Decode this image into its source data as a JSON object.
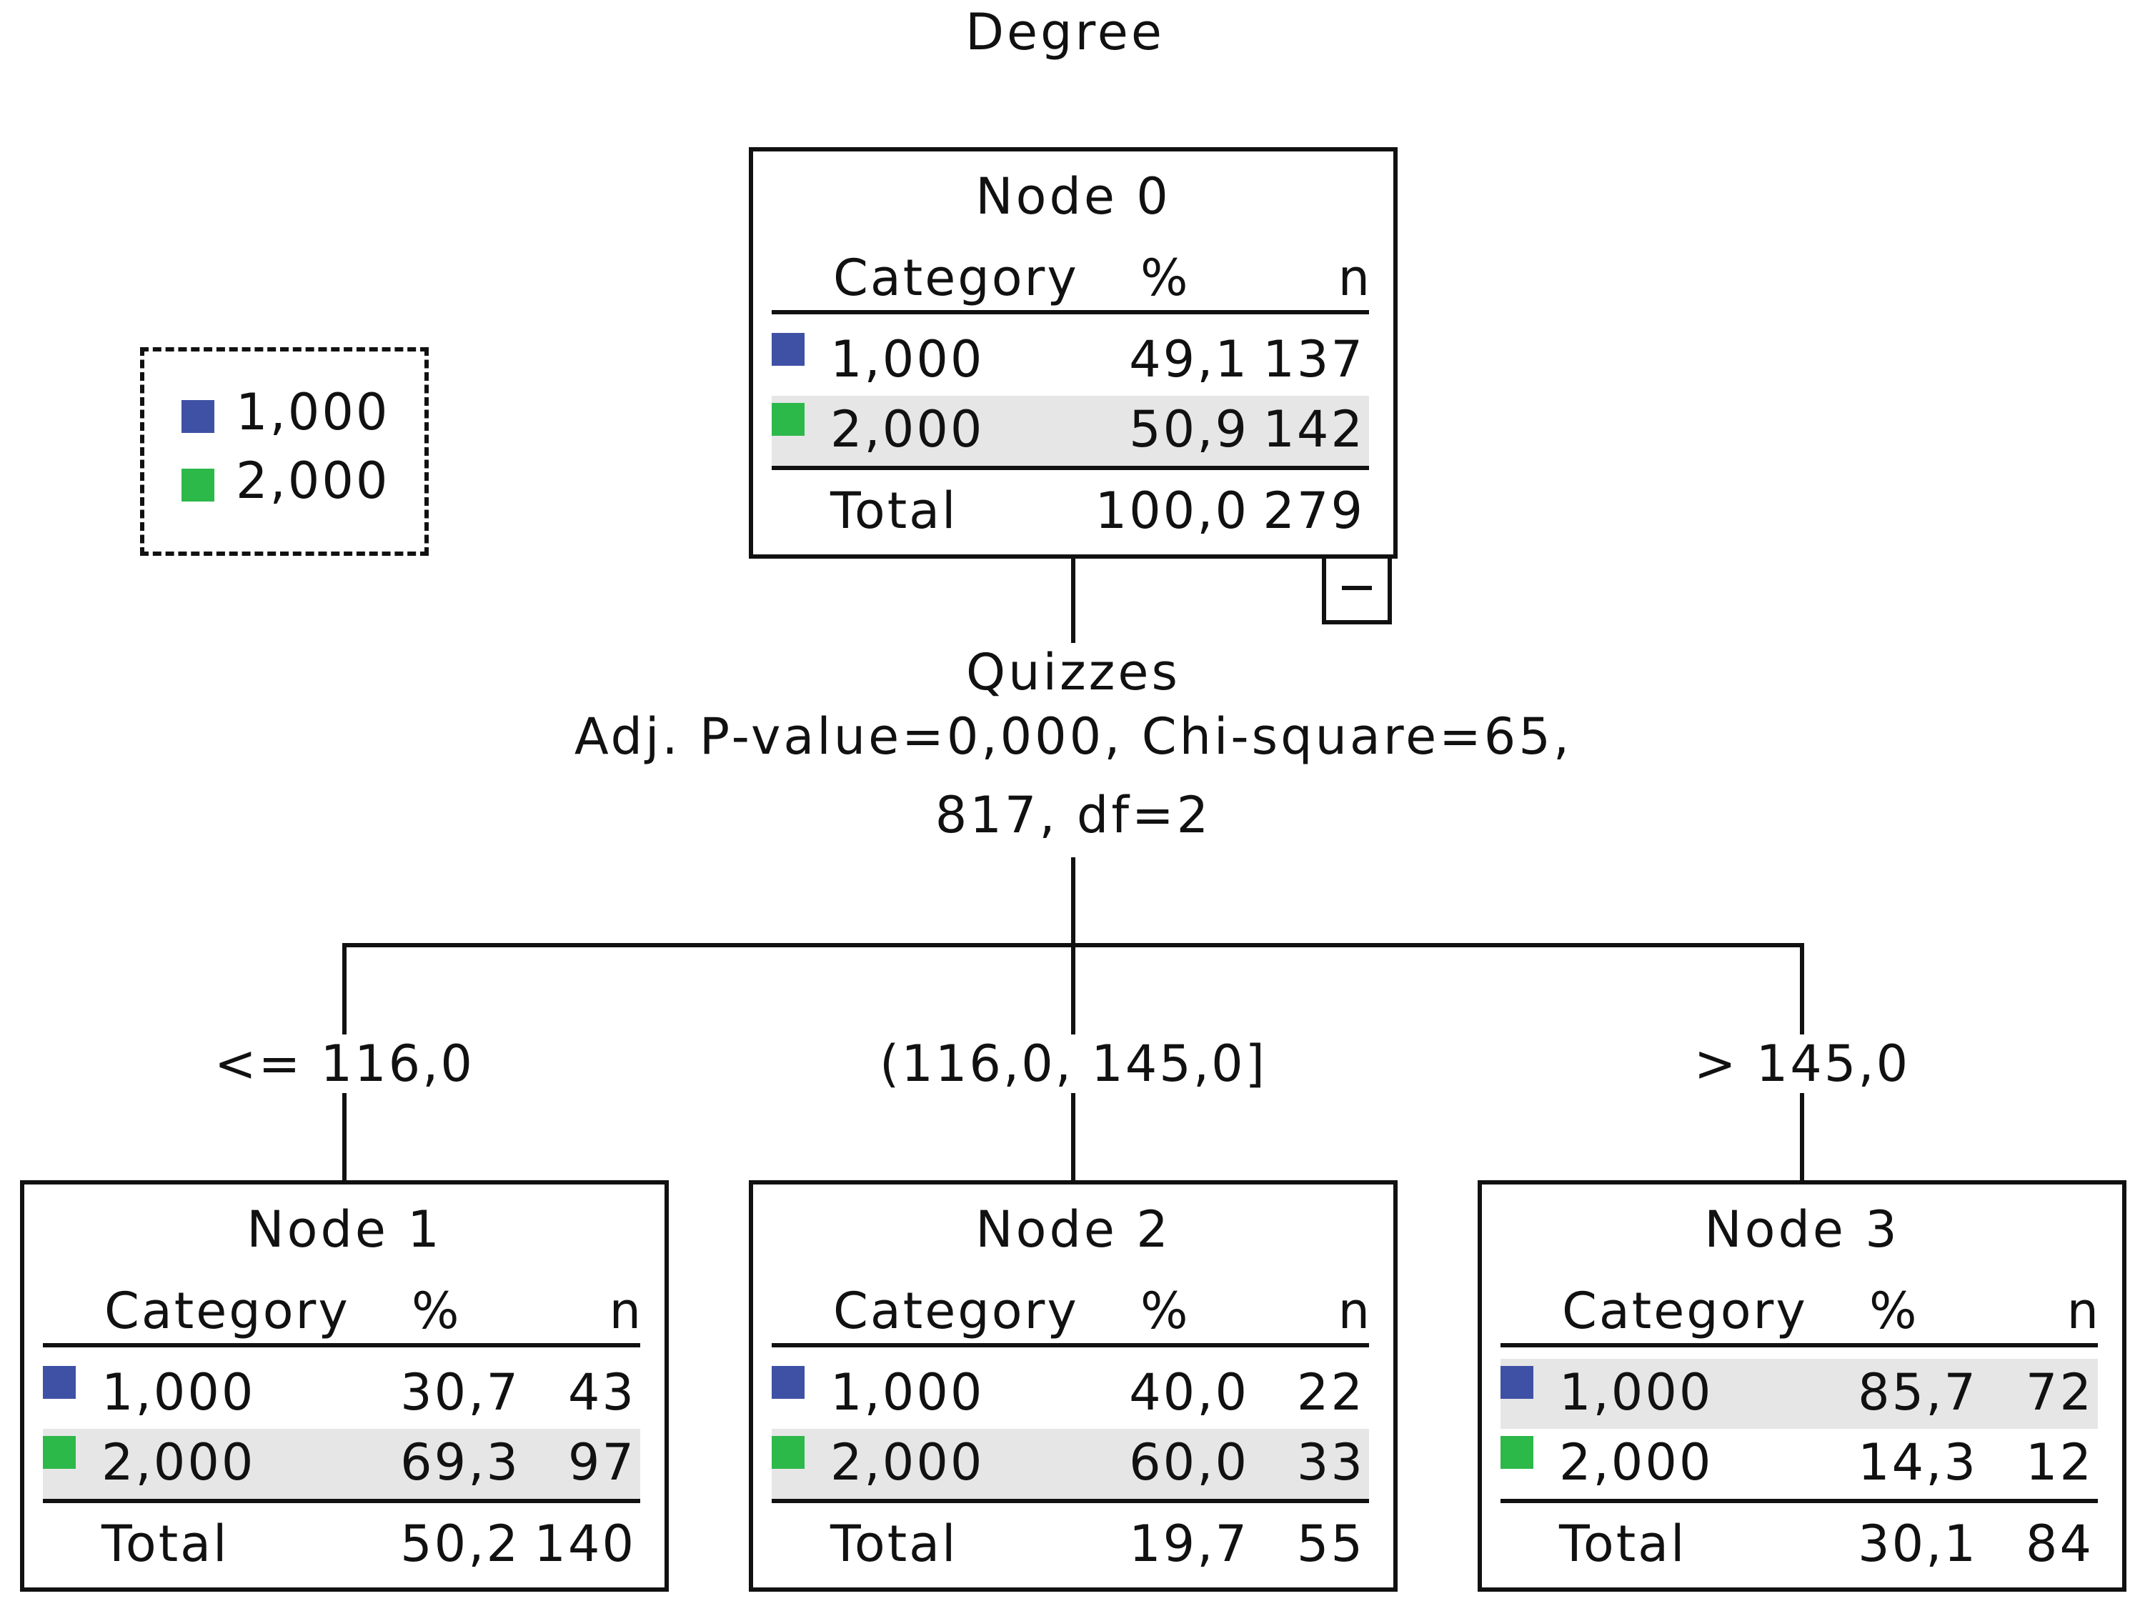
{
  "title": "Degree",
  "legend": {
    "items": [
      {
        "label": "1,000",
        "color": "#3f51a5"
      },
      {
        "label": "2,000",
        "color": "#2db84a"
      }
    ]
  },
  "table_headers": {
    "category": "Category",
    "percent": "%",
    "n": "n"
  },
  "total_label": "Total",
  "collapse_symbol": "−",
  "split": {
    "variable": "Quizzes",
    "line1": "Adj. P-value=0,000, Chi-square=65,",
    "line2": "817, df=2"
  },
  "branches": [
    "<= 116,0",
    "(116,0, 145,0]",
    "> 145,0"
  ],
  "nodes": [
    {
      "title": "Node 0",
      "rows": [
        {
          "category": "1,000",
          "percent": "49,1",
          "n": "137"
        },
        {
          "category": "2,000",
          "percent": "50,9",
          "n": "142"
        }
      ],
      "total": {
        "percent": "100,0",
        "n": "279"
      }
    },
    {
      "title": "Node 1",
      "rows": [
        {
          "category": "1,000",
          "percent": "30,7",
          "n": "43"
        },
        {
          "category": "2,000",
          "percent": "69,3",
          "n": "97"
        }
      ],
      "total": {
        "percent": "50,2",
        "n": "140"
      }
    },
    {
      "title": "Node 2",
      "rows": [
        {
          "category": "1,000",
          "percent": "40,0",
          "n": "22"
        },
        {
          "category": "2,000",
          "percent": "60,0",
          "n": "33"
        }
      ],
      "total": {
        "percent": "19,7",
        "n": "55"
      }
    },
    {
      "title": "Node 3",
      "rows": [
        {
          "category": "1,000",
          "percent": "85,7",
          "n": "72"
        },
        {
          "category": "2,000",
          "percent": "14,3",
          "n": "12"
        }
      ],
      "total": {
        "percent": "30,1",
        "n": "84"
      }
    }
  ]
}
